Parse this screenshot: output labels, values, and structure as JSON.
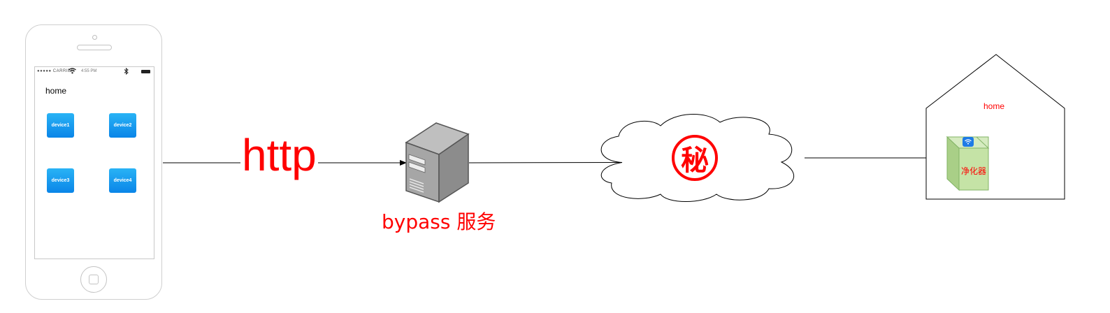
{
  "phone": {
    "status_carrier": "●●●●● CARRIER",
    "status_time": "4:55 PM",
    "wifi_icon": "wifi-icon",
    "bluetooth_icon": "bluetooth-icon",
    "title": "home",
    "devices": [
      {
        "label": "device1"
      },
      {
        "label": "device2"
      },
      {
        "label": "device3"
      },
      {
        "label": "device4"
      }
    ]
  },
  "edge_label": "http",
  "server": {
    "label": "bypass 服务"
  },
  "cloud": {
    "label": "秘"
  },
  "house": {
    "label": "home",
    "device": {
      "label": "净化器",
      "badge_icon": "wifi-icon"
    }
  },
  "colors": {
    "annotation": "#ff0000",
    "device_button": "#0a85e8",
    "purifier_fill": "#c5e3a6",
    "purifier_stroke": "#82b366"
  }
}
